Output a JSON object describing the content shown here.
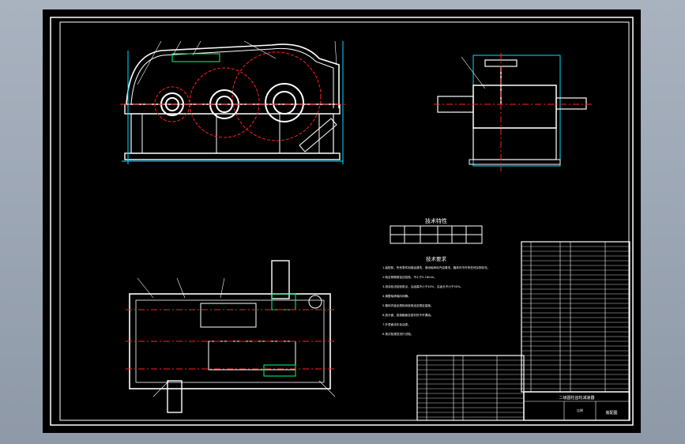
{
  "viewport": {
    "background_color": "#000000",
    "app_frame_color": "#a9b3c0"
  },
  "drawing": {
    "colors": {
      "outline": "#ffffff",
      "center_lines": "#ff2020",
      "dimensions": "#00e0ff",
      "hidden": "#ff40ff",
      "gear_hatch": "#00ff80",
      "leaders": "#ffffff"
    },
    "tech_spec_table": {
      "title": "技术特性"
    },
    "tech_requirements": {
      "title": "技术要求",
      "lines": [
        "1.装配前，所有零件用煤油清洗，滚动轴承用汽油清洗，箱体内不许有任何杂物存在。",
        "2.啮合侧隙用铅丝检验，不小于0.16mm。",
        "3.用涂色法检验斑点，沿齿高不小于40%，沿齿长不小于50%。",
        "4.调整轴承轴向间隙。",
        "5.箱体内装全损耗系统用油至规定高度。",
        "6.剖分面、各接触面及密封处不许漏油。",
        "7.外表面涂灰色油漆。",
        "8.按试验规范进行试验。"
      ]
    },
    "title_block": {
      "heading": "二级圆柱齿轮减速器",
      "scale_label": "比例",
      "drawing_no": "装配图"
    }
  }
}
